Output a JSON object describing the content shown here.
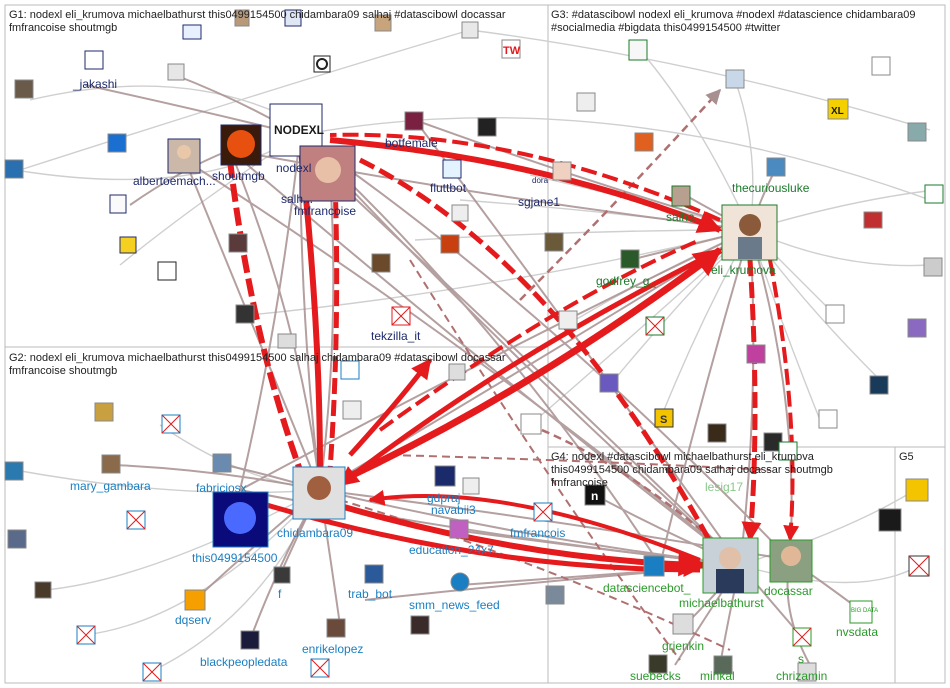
{
  "groups": [
    {
      "id": "G1",
      "label": "G1: nodexl eli_krumova michaelbathurst this0499154500 chidambara09 salhaj #datascibowl docassar fmfrancoise shoutmgb",
      "color": "#1f2a6b"
    },
    {
      "id": "G2",
      "label": "G2: nodexl eli_krumova michaelbathurst this0499154500 salhaj chidambara09 #datascibowl docassar fmfrancoise shoutmgb",
      "color": "#1a7fc2"
    },
    {
      "id": "G3",
      "label": "G3: #datascibowl nodexl eli_krumova #nodexl #datascience chidambara09 #socialmedia #bigdata this0499154500 #twitter",
      "color": "#1a7a2a"
    },
    {
      "id": "G4",
      "label": "G4: nodexl #datascibowl michaelbathurst eli_krumova this0499154500 chidambara09 salhaj docassar shoutmgb fmfrancoise",
      "color": "#2a9a2a"
    },
    {
      "id": "G5",
      "label": "G5",
      "color": "#333333"
    }
  ],
  "nodes": [
    {
      "id": "jakashi",
      "label": "_jakashi",
      "group": "G1"
    },
    {
      "id": "albertoemach",
      "label": "albertoemach...",
      "group": "G1"
    },
    {
      "id": "shoutmgb",
      "label": "shoutmgb",
      "group": "G1"
    },
    {
      "id": "nodexl",
      "label": "nodexl",
      "group": "G1"
    },
    {
      "id": "salhaj",
      "label": "salh...",
      "group": "G1"
    },
    {
      "id": "fmfrancoise",
      "label": "fmfrancoise",
      "group": "G1"
    },
    {
      "id": "botfemale",
      "label": "botfemale",
      "group": "G1"
    },
    {
      "id": "fluttbot",
      "label": "fluttbot",
      "group": "G1"
    },
    {
      "id": "sgjane1",
      "label": "sgjane1",
      "group": "G1"
    },
    {
      "id": "tekzilla_it",
      "label": "tekzilla_it",
      "group": "G1"
    },
    {
      "id": "mary_gambara",
      "label": "mary_gambara",
      "group": "G2"
    },
    {
      "id": "fabriciosx",
      "label": "fabriciosx",
      "group": "G2"
    },
    {
      "id": "chidambara09",
      "label": "chidambara09",
      "group": "G2"
    },
    {
      "id": "this0499154500",
      "label": "this0499154500",
      "group": "G2"
    },
    {
      "id": "gdpraj",
      "label": "gdpraj",
      "group": "G2"
    },
    {
      "id": "navabii3",
      "label": "navabii3",
      "group": "G2"
    },
    {
      "id": "fmfrancois",
      "label": "fmfrancois",
      "group": "G2"
    },
    {
      "id": "education_24x7",
      "label": "education_24x7",
      "group": "G2"
    },
    {
      "id": "trab_bot",
      "label": "trab_bot",
      "group": "G2"
    },
    {
      "id": "smm_news_feed",
      "label": "smm_news_feed",
      "group": "G2"
    },
    {
      "id": "f",
      "label": "f",
      "group": "G2"
    },
    {
      "id": "dqserv",
      "label": "dqserv",
      "group": "G2"
    },
    {
      "id": "blackpeopledata",
      "label": "blackpeopledata",
      "group": "G2"
    },
    {
      "id": "enrikelopez",
      "label": "enrikelopez",
      "group": "G2"
    },
    {
      "id": "thecuriousluke",
      "label": "thecuriousluke",
      "group": "G3"
    },
    {
      "id": "salha",
      "label": "salha",
      "group": "G3"
    },
    {
      "id": "eli_krumova",
      "label": "eli_krumova",
      "group": "G3"
    },
    {
      "id": "godfrey_g",
      "label": "godfrey_g_",
      "group": "G3"
    },
    {
      "id": "lesig17",
      "label": "lesig17",
      "group": "G4"
    },
    {
      "id": "datasciencebot",
      "label": "datasciencebot_",
      "group": "G4"
    },
    {
      "id": "michaelbathurst",
      "label": "michaelbathurst",
      "group": "G4"
    },
    {
      "id": "docassar",
      "label": "docassar",
      "group": "G4"
    },
    {
      "id": "nvsdata",
      "label": "nvsdata",
      "group": "G4"
    },
    {
      "id": "grjenkin",
      "label": "grjenkin",
      "group": "G4"
    },
    {
      "id": "s",
      "label": "s",
      "group": "G4"
    },
    {
      "id": "suebecks",
      "label": "suebecks",
      "group": "G4"
    },
    {
      "id": "mihkal",
      "label": "mihkal",
      "group": "G4"
    },
    {
      "id": "chrizamin",
      "label": "chrizamin",
      "group": "G4"
    }
  ],
  "logos": {
    "nodexl_text": "NODEXL",
    "tw_text": "TW",
    "dora_text": "dora",
    "bigdata_text": "BIG DATA",
    "xl_text": "XL",
    "n_text": "n",
    "s_text": "S"
  },
  "colors": {
    "red_edge": "#e41a1c",
    "gray_edge": "#a89090",
    "light_edge": "#c8c8c8",
    "panel_border": "#bbbbbb"
  }
}
